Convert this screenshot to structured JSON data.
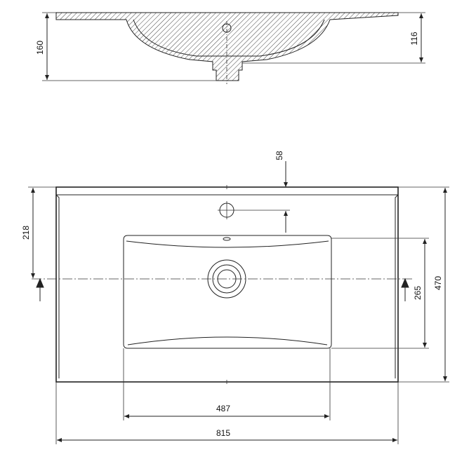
{
  "title": "Washbasin technical drawing",
  "dimensions": {
    "section_total_height": "160",
    "section_bowl_depth": "116",
    "tap_hole_offset": "58",
    "front_to_drain": "218",
    "overall_depth": "470",
    "bowl_depth_plan": "265",
    "bowl_width": "487",
    "overall_width": "815"
  }
}
